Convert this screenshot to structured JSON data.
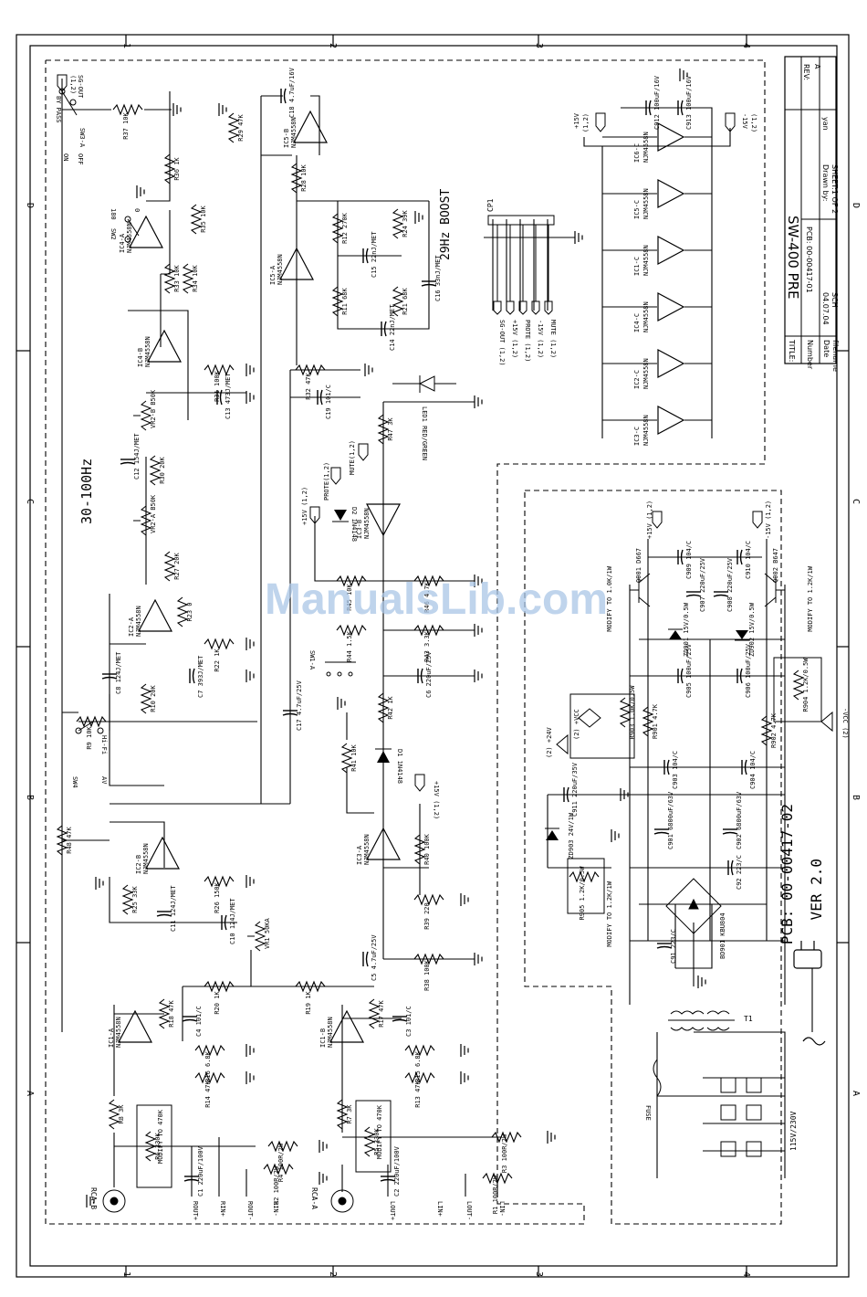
{
  "watermark": "ManualsLib.com",
  "title_block": {
    "title_label": "TITLE:",
    "title": "SW-400 PRE",
    "number_label": "Number",
    "number": "PCB: 00-00417-01",
    "date_label": "Date",
    "date": "04.07.04",
    "filename_label": "filename",
    "filename": "SCH",
    "drawn_by_label": "Drawn by:",
    "drawn_by": "yan",
    "sheet": "SHEET:1 OF 2",
    "rev_label": "REV:",
    "rev": "A"
  },
  "pcb_label": "PCB: 00-00417-02",
  "version": "VER 2.0",
  "zone_cols": [
    "1",
    "2",
    "3",
    "4"
  ],
  "zone_rows": [
    "D",
    "C",
    "B",
    "A"
  ],
  "notes": {
    "range": "30-100Hz",
    "boost": "29Hz BOOST",
    "mod_1k": "MODIFY TO 1.0K/1W",
    "mod_12k_a": "MODIFY TO 1.2K/1W",
    "mod_12k_b": "MODIFY TO 1.2K/1W",
    "mod_470_a": "MODIFY TO 470K",
    "mod_470_b": "MODIFY TO 470K"
  },
  "switches": {
    "sw3": "SW3-A",
    "bypass": "BY PASS",
    "on": "ON",
    "off": "OFF",
    "sw2": "SW2",
    "sw2_180": "180",
    "sw2_0": "0",
    "sw4": "SW4",
    "hifi": "Hi-Fi",
    "av": "AV",
    "sw1": "SW1-A"
  },
  "ports": {
    "sg_out": "SG-OUT",
    "sg_out_ref": "(1,2)",
    "p15": "+15V",
    "p15_ref": "(1,2)",
    "m15": "-15V",
    "m15_ref": "(1,2)",
    "prote": "PROTE(1,2)",
    "mute": "MUTE(1,2)",
    "p15_b": "+15V (1,2)",
    "p15_c": "+15V (1,2)",
    "p15_d": "+15V (1,2)",
    "m15_d": "-15V (1,2)",
    "pvcc": "(2) +VCC",
    "mvcc": "-VCC (2)",
    "p24": "(2) +24V"
  },
  "connector": {
    "ref": "CP1",
    "pins": [
      "SG-OUT (1,2)",
      "+15V (1,2)",
      "PROTE (1,2)",
      "-15V (1,2)",
      "MUTE (1,2)"
    ]
  },
  "io_labels": {
    "rca_b": "RCA-B",
    "rca_a": "RCA-A",
    "rout_p": "ROUT+",
    "rout_m": "ROUT-",
    "rin_p": "RIN+",
    "rin_m": "RIN-",
    "lout_p": "LOUT+",
    "lout_m": "LOUT-",
    "lin_p": "LIN+",
    "lin_m": "LIN-",
    "fuse": "FUSE",
    "t1": "T1",
    "mains": "115V/230V"
  },
  "opamps": [
    {
      "ref": "IC4-A",
      "part": "NJM4558N"
    },
    {
      "ref": "IC4-B",
      "part": "NJM4558N"
    },
    {
      "ref": "IC5-B",
      "part": "NJM4558N"
    },
    {
      "ref": "IC5-A",
      "part": "NJM4558N"
    },
    {
      "ref": "IC2-A",
      "part": "NJM4558N"
    },
    {
      "ref": "IC2-B",
      "part": "NJM4558N"
    },
    {
      "ref": "IC3-B",
      "part": "NJM4558N"
    },
    {
      "ref": "IC3-A",
      "part": "NJM4558N"
    },
    {
      "ref": "IC1-A",
      "part": "NJM4558N"
    },
    {
      "ref": "IC1-B",
      "part": "NJM4558N"
    }
  ],
  "decoupling": [
    {
      "ref": "IC6-C",
      "part": "NJM4558N"
    },
    {
      "ref": "IC5-C",
      "part": "NJM4558N"
    },
    {
      "ref": "IC1-C",
      "part": "NJM4558N"
    },
    {
      "ref": "IC4-C",
      "part": "NJM4558N"
    },
    {
      "ref": "IC2-C",
      "part": "NJM4558N"
    },
    {
      "ref": "IC3-C",
      "part": "NJM4558N"
    }
  ],
  "parts": {
    "r37": "R37 10K",
    "r36": "R36 1K",
    "r35": "R35 10K",
    "r33": "R33 10K",
    "r34": "R34 10K",
    "r31": "R31 100K",
    "r29": "R29 47K",
    "r28": "R28 10K",
    "r12": "R12 270K",
    "r24": "R24 39K",
    "r11": "R11 68K",
    "r21": "R21 68K",
    "r32": "R32 47K",
    "r30": "R30 20K",
    "r27": "R27 20K",
    "r23": "R23 0",
    "r22": "R22 1K",
    "r10": "R10 20K",
    "r9": "R9 10K",
    "r48": "R48 47K",
    "r26": "R26 150K",
    "r25": "R25 33K",
    "r47": "R47 3K",
    "r45": "R45 10K",
    "r46": "R46 4.7K",
    "r44": "R44 1.5K",
    "r43": "R43 3.3K",
    "r42": "R42 1K",
    "r41": "R41 10K",
    "r40": "R40 100K",
    "r39": "R39 220",
    "r38": "R38 100K",
    "r18": "R18 47K",
    "r16": "R16 6.8K",
    "r20": "R20 1K",
    "r19": "R19 1K",
    "r17": "R17 47K",
    "r15": "R15 6.8K",
    "r14": "R14 47K",
    "r13": "R13 47K",
    "r8": "R8 3K",
    "r7": "R7 3K",
    "r6": "R6 330K",
    "r5": "R5 330K",
    "r4": "R4 100R/2W",
    "r3": "R3 100R/2W",
    "r2": "R2 100R/2W",
    "r1": "R1 100R/2W",
    "c18": "C18 4.7uF/16V",
    "c15": "C15 22nJ/MET",
    "c14": "C14 22nJ/MET",
    "c16": "C16 33nJ/MET",
    "c19": "C19 101/C",
    "c13": "C13 473J/MET",
    "c12": "C12 154J/MET",
    "c8": "C8 124J/MET",
    "c7": "C7 393J/MET",
    "c17": "C17 4.7uF/25V",
    "c6": "C6 220uF/25V",
    "c11": "C11 124J/MET",
    "c10": "C10 124J/MET",
    "c5": "C5 4.7uF/25V",
    "c4": "C4 101/C",
    "c3": "C3 101/C",
    "c1": "C1 220uF/100V",
    "c2": "C2 220uF/100V",
    "c912": "C912 100uF/16V",
    "c913": "C913 100uF/16V",
    "vr2b": "VR2-B B50K",
    "vr2a": "VR2-A B50K",
    "vr1": "VR1 50KA",
    "d2": "D2 1N4148",
    "d1": "D1 1N4148",
    "led1": "LED1 RED/GREEN",
    "q901": "Q901 D667",
    "q902": "Q902 B647",
    "c909": "C909 104/C",
    "c910": "C910 104/C",
    "c907": "C907 220uF/25V",
    "c908": "C908 220uF/25V",
    "zd901": "ZD901 15V/0.5W",
    "zd902": "ZD902 15V/0.5W",
    "c905": "C905 100uF/25V",
    "c906": "C906 100uF/25V",
    "r903": "R903 1.0K/0.5W",
    "r904": "R904 1.2K/0.5W",
    "r901": "R901 4.7K",
    "r902": "R902 4.7K",
    "c903": "C903 104/C",
    "c904": "C904 104/C",
    "c911": "C911 220uF/35V",
    "zd903": "ZD903 24V/1W",
    "c901": "C901 6800uF/63V",
    "c902": "C902 6800uF/63V",
    "r905": "R905 1.2K/0.5W",
    "c92": "C92 223/C",
    "bd901": "BD901 KBU804",
    "c91": "C91 223/C"
  }
}
